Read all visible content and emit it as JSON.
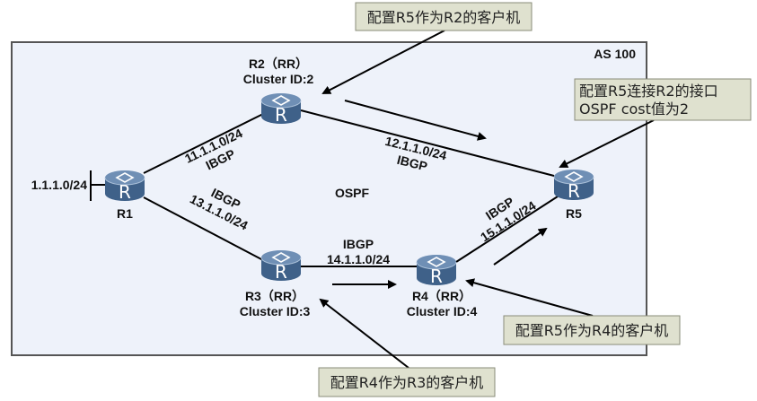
{
  "as_area": {
    "label": "AS 100",
    "protocol_label": "OSPF"
  },
  "routers": [
    {
      "id": "R1",
      "name": "R1",
      "glyph": "R",
      "role": "",
      "cluster": ""
    },
    {
      "id": "R2",
      "name": "R2（RR）",
      "glyph": "R",
      "role": "RR",
      "cluster": "Cluster ID:2"
    },
    {
      "id": "R3",
      "name": "R3（RR）",
      "glyph": "R",
      "role": "RR",
      "cluster": "Cluster ID:3"
    },
    {
      "id": "R4",
      "name": "R4（RR）",
      "glyph": "R",
      "role": "RR",
      "cluster": "Cluster ID:4"
    },
    {
      "id": "R5",
      "name": "R5",
      "glyph": "R",
      "role": "",
      "cluster": ""
    }
  ],
  "links": [
    {
      "from": "R1",
      "to": "R2",
      "subnet": "11.1.1.0/24",
      "type": "IBGP"
    },
    {
      "from": "R1",
      "to": "R3",
      "subnet": "13.1.1.0/24",
      "type": "IBGP"
    },
    {
      "from": "R2",
      "to": "R5",
      "subnet": "12.1.1.0/24",
      "type": "IBGP"
    },
    {
      "from": "R3",
      "to": "R4",
      "subnet": "14.1.1.0/24",
      "type": "IBGP"
    },
    {
      "from": "R4",
      "to": "R5",
      "subnet": "15.1.1.0/24",
      "type": "IBGP"
    }
  ],
  "stub_network": {
    "router": "R1",
    "subnet": "1.1.1.0/24"
  },
  "callouts": [
    {
      "id": "r2-client",
      "lines": [
        "配置R5作为R2的客户机"
      ]
    },
    {
      "id": "r5-cost",
      "lines": [
        "配置R5连接R2的接口",
        "OSPF cost值为2"
      ]
    },
    {
      "id": "r4-client",
      "lines": [
        "配置R5作为R4的客户机"
      ]
    },
    {
      "id": "r3-client",
      "lines": [
        "配置R4作为R3的客户机"
      ]
    }
  ],
  "colors": {
    "as_background": "#eef2fa",
    "router_body": "#3f6189",
    "router_top": "#6f8fb5",
    "callout_background": "#dfe1cf"
  }
}
